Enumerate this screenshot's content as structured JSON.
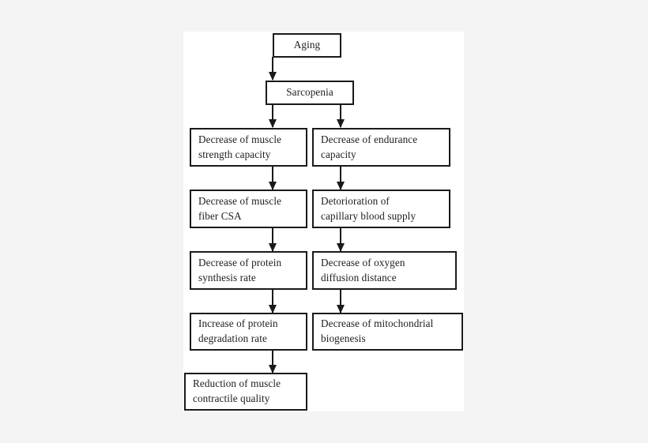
{
  "diagram": {
    "title": "Aging and sarcopenia flowchart",
    "canvas": {
      "background": "#ffffff",
      "page_background": "#f4f4f5"
    },
    "stroke_color": "#1a1a1a",
    "text_color": "#1d1d1d",
    "nodes": [
      {
        "id": "aging",
        "label": "Aging"
      },
      {
        "id": "sarcopenia",
        "label": "Sarcopenia"
      },
      {
        "id": "strength",
        "label": "Decrease of muscle\nstrength capacity"
      },
      {
        "id": "endurance",
        "label": "Decrease of  endurance\ncapacity"
      },
      {
        "id": "fiber-csa",
        "label": "Decrease of muscle\nfiber CSA"
      },
      {
        "id": "capillary",
        "label": "Detorioration of\ncapillary blood supply"
      },
      {
        "id": "protein-synth",
        "label": "Decrease of protein\nsynthesis rate"
      },
      {
        "id": "oxygen-diffusion",
        "label": "Decrease of  oxygen\ndiffusion distance"
      },
      {
        "id": "protein-degrad",
        "label": "Increase of protein\ndegradation rate"
      },
      {
        "id": "mitochondrial",
        "label": "Decrease of mitochondrial\nbiogenesis"
      },
      {
        "id": "contractile",
        "label": "Reduction of muscle\ncontractile  quality"
      }
    ],
    "edges": [
      {
        "id": "aging-to-sarcopenia",
        "from": "aging",
        "to": "sarcopenia"
      },
      {
        "id": "sarcopenia-to-strength",
        "from": "sarcopenia",
        "to": "strength"
      },
      {
        "id": "sarcopenia-to-endurance",
        "from": "sarcopenia",
        "to": "endurance"
      },
      {
        "id": "strength-to-fiber-csa",
        "from": "strength",
        "to": "fiber-csa"
      },
      {
        "id": "endurance-to-capillary",
        "from": "endurance",
        "to": "capillary"
      },
      {
        "id": "fiber-csa-to-protein-synth",
        "from": "fiber-csa",
        "to": "protein-synth"
      },
      {
        "id": "capillary-to-oxygen-diffusion",
        "from": "capillary",
        "to": "oxygen-diffusion"
      },
      {
        "id": "protein-synth-to-protein-degrad",
        "from": "protein-synth",
        "to": "protein-degrad"
      },
      {
        "id": "oxygen-diffusion-to-mitochondrial",
        "from": "oxygen-diffusion",
        "to": "mitochondrial"
      },
      {
        "id": "protein-degrad-to-contractile",
        "from": "protein-degrad",
        "to": "contractile"
      }
    ]
  }
}
